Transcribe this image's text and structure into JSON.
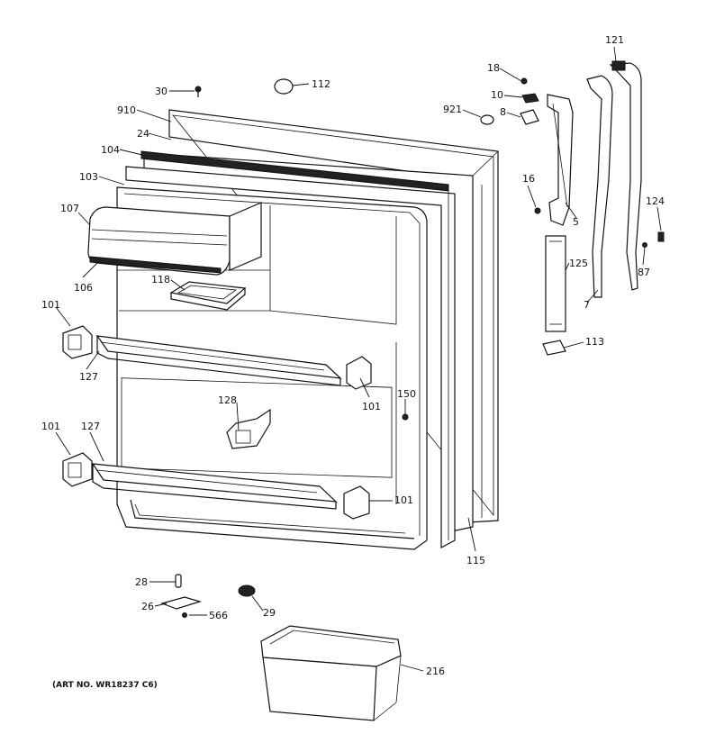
{
  "callouts": [
    {
      "id": "c30",
      "text": "30"
    },
    {
      "id": "c112",
      "text": "112"
    },
    {
      "id": "c910",
      "text": "910"
    },
    {
      "id": "c24",
      "text": "24"
    },
    {
      "id": "c104",
      "text": "104"
    },
    {
      "id": "c103",
      "text": "103"
    },
    {
      "id": "c107",
      "text": "107"
    },
    {
      "id": "c106",
      "text": "106"
    },
    {
      "id": "c118",
      "text": "118"
    },
    {
      "id": "c101a",
      "text": "101"
    },
    {
      "id": "c127a",
      "text": "127"
    },
    {
      "id": "c101b",
      "text": "101"
    },
    {
      "id": "c128",
      "text": "128"
    },
    {
      "id": "c150",
      "text": "150"
    },
    {
      "id": "c101c",
      "text": "101"
    },
    {
      "id": "c127b",
      "text": "127"
    },
    {
      "id": "c101d",
      "text": "101"
    },
    {
      "id": "c115",
      "text": "115"
    },
    {
      "id": "c18",
      "text": "18"
    },
    {
      "id": "c10",
      "text": "10"
    },
    {
      "id": "c921",
      "text": "921"
    },
    {
      "id": "c8",
      "text": "8"
    },
    {
      "id": "c16",
      "text": "16"
    },
    {
      "id": "c5",
      "text": "5"
    },
    {
      "id": "c121",
      "text": "121"
    },
    {
      "id": "c124",
      "text": "124"
    },
    {
      "id": "c87",
      "text": "87"
    },
    {
      "id": "c125",
      "text": "125"
    },
    {
      "id": "c7",
      "text": "7"
    },
    {
      "id": "c113",
      "text": "113"
    },
    {
      "id": "c28",
      "text": "28"
    },
    {
      "id": "c26",
      "text": "26"
    },
    {
      "id": "c566",
      "text": "566"
    },
    {
      "id": "c29",
      "text": "29"
    },
    {
      "id": "c216",
      "text": "216"
    }
  ],
  "art_number": "(ART NO. WR18237 C6)"
}
